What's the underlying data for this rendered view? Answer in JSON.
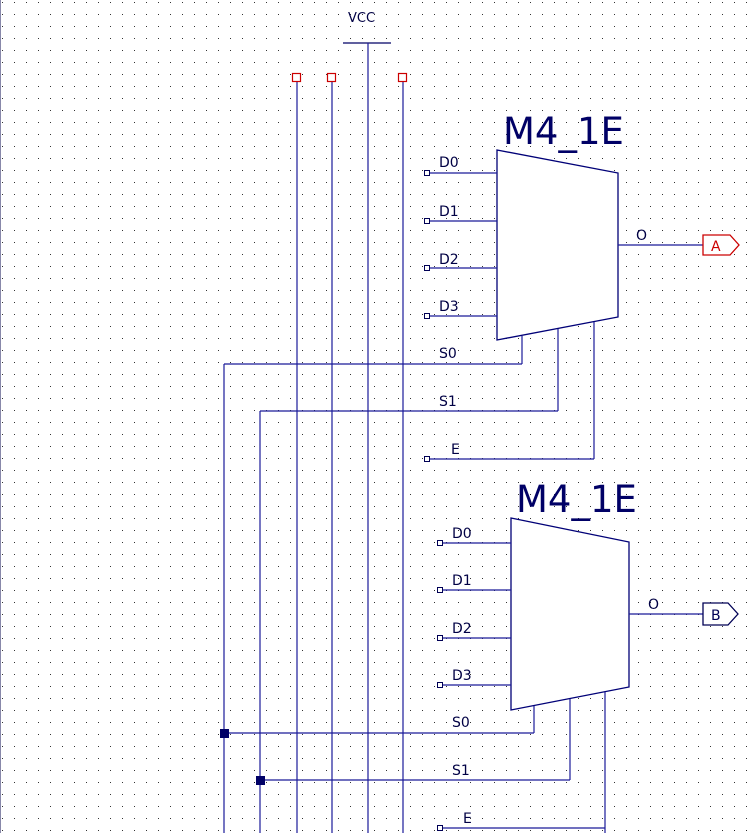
{
  "power": {
    "label": "VCC"
  },
  "mux_a": {
    "name": "M4_1E",
    "inputs": [
      "D0",
      "D1",
      "D2",
      "D3"
    ],
    "selects": [
      "S0",
      "S1"
    ],
    "enable": "E",
    "output": "O",
    "port_label": "A",
    "port_color": "#cc0000"
  },
  "mux_b": {
    "name": "M4_1E",
    "inputs": [
      "D0",
      "D1",
      "D2",
      "D3"
    ],
    "selects": [
      "S0",
      "S1"
    ],
    "enable": "E",
    "output": "O",
    "port_label": "B",
    "port_color": "#000055"
  },
  "colors": {
    "wire": "#1a1a99",
    "grid_dot": "#222222",
    "symbol": "#000077",
    "unconnected_marker": "#cc0000"
  }
}
